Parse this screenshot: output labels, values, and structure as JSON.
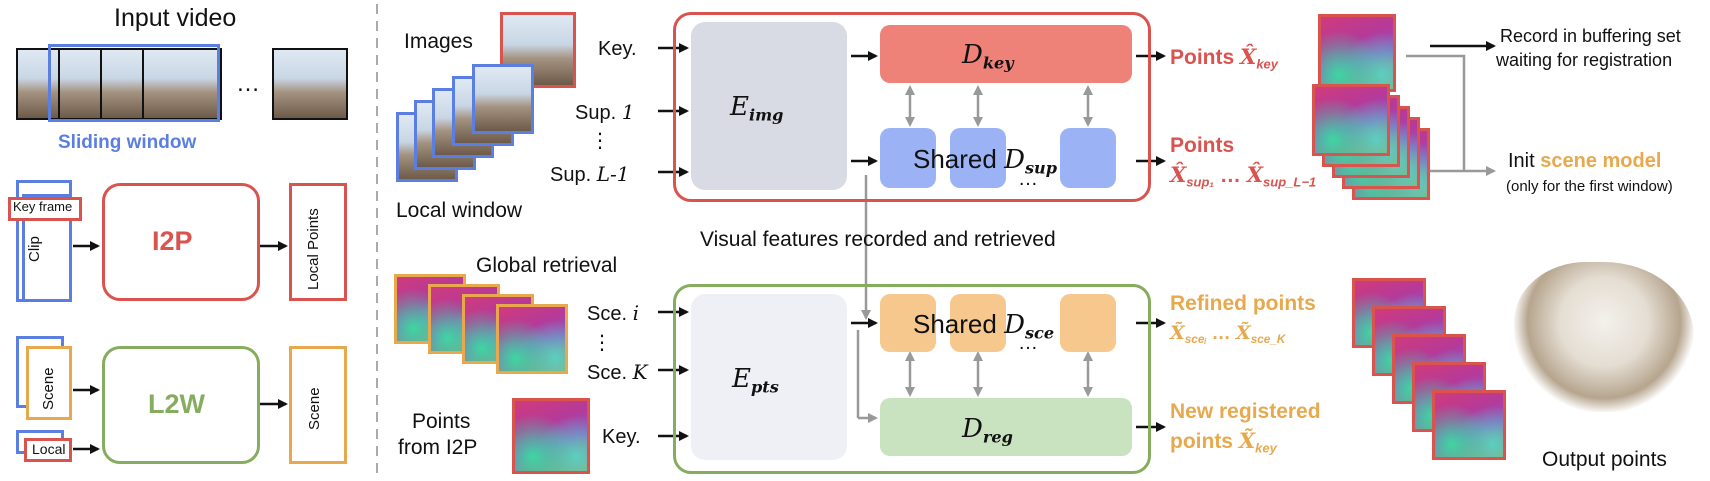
{
  "left": {
    "input_video": "Input video",
    "ellipsis": "…",
    "sliding_window": "Sliding window",
    "key_frame": "Key frame",
    "clip": "Clip",
    "i2p": "I2P",
    "local_points": "Local Points",
    "scene": "Scene",
    "local": "Local",
    "l2w": "L2W",
    "scene_out": "Scene"
  },
  "top": {
    "images": "Images",
    "local_window": "Local window",
    "key": "Key.",
    "sup1": "Sup.",
    "sup1_idx": "1",
    "vdots": "⋮",
    "supL": "Sup.",
    "supL_idx": "L-1",
    "E": "E",
    "E_sub": "img",
    "Dkey": "D",
    "Dkey_sub": "key",
    "shared": "Shared",
    "Dsup": "D",
    "Dsup_sub": "sup",
    "dots": "…",
    "points_key_label": "Points",
    "points_key_math": "X̂",
    "points_key_sub": "key",
    "points_sup_label": "Points",
    "points_sup_math_1": "X̂",
    "points_sup_sub_1": "sup₁",
    "points_sup_mid": " … ",
    "points_sup_math_2": "X̂",
    "points_sup_sub_2": "sup_L−1",
    "record_line1": "Record in buffering set",
    "record_line2": "waiting for registration",
    "init_prefix": "Init ",
    "init_highlight": "scene model",
    "init_note": "(only for the first window)"
  },
  "middle": {
    "features": "Visual features recorded and retrieved"
  },
  "bottom": {
    "global_retrieval": "Global retrieval",
    "sce_i": "Sce.",
    "sce_i_idx": "i",
    "vdots": "⋮",
    "sce_K": "Sce.",
    "sce_K_idx": "K",
    "points_from_1": "Points",
    "points_from_2": "from I2P",
    "key": "Key.",
    "E": "E",
    "E_sub": "pts",
    "shared": "Shared",
    "Dsce": "D",
    "Dsce_sub": "sce",
    "dots": "…",
    "Dreg": "D",
    "Dreg_sub": "reg",
    "refined_label": "Refined points",
    "refined_math_1": "X̃",
    "refined_sub_1": "sceᵢ",
    "refined_mid": " … ",
    "refined_math_2": "X̃",
    "refined_sub_2": "sce_K",
    "new_line1": "New registered",
    "new_line2": "points ",
    "new_math": "X̃",
    "new_sub": "key",
    "output_points": "Output points"
  },
  "colors": {
    "red": "#d9534f",
    "green": "#86ac5f",
    "blue": "#5b7fe0",
    "orange": "#e8a94e",
    "key_decoder_fill": "#ee8178",
    "sup_decoder_fill": "#9bb3f5",
    "sce_decoder_fill": "#f6c88d",
    "reg_decoder_fill": "#c9e3c0",
    "encoder_top_fill": "#d8dbe3",
    "encoder_bottom_fill": "#eef0f6"
  }
}
